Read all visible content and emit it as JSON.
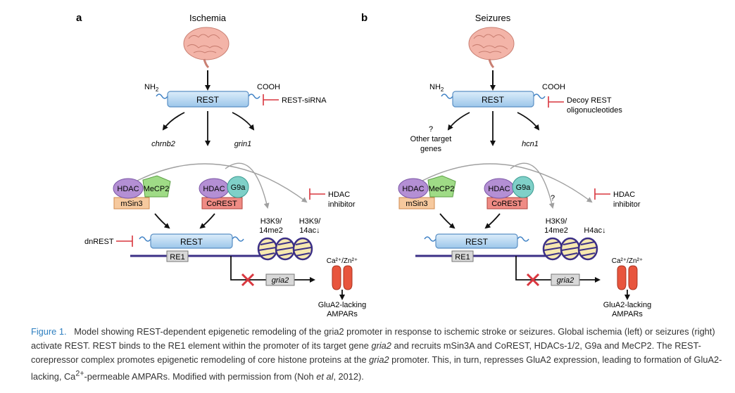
{
  "panels": [
    {
      "letter": "a",
      "title": "Ischemia",
      "nh2": "NH",
      "nh2_sub": "2",
      "cooh": "COOH",
      "rest_label": "REST",
      "inhibitor_top": [
        "REST-siRNA"
      ],
      "targets": [
        {
          "text": "chrnb2",
          "italic": true
        },
        {
          "text": "grin1",
          "italic": true
        }
      ],
      "hdac": "HDAC",
      "mecp2": "MeCP2",
      "msin3": "mSin3",
      "g9a": "G9a",
      "corest": "CoREST",
      "hdac_inhibitor": [
        "HDAC",
        "inhibitor"
      ],
      "mark1": [
        "H3K9/",
        "14me2"
      ],
      "mark2": [
        "H3K9/",
        "14ac↓"
      ],
      "question_mark": "",
      "dnrest": "dnREST",
      "rest_dna": "REST",
      "re1": "RE1",
      "gria2": "gria2",
      "ion": "Ca²⁺/Zn²⁺",
      "receptor_label": [
        "GluA2-lacking",
        "AMPARs"
      ]
    },
    {
      "letter": "b",
      "title": "Seizures",
      "nh2": "NH",
      "nh2_sub": "2",
      "cooh": "COOH",
      "rest_label": "REST",
      "inhibitor_top": [
        "Decoy REST",
        "oligonucleotides"
      ],
      "targets": [
        {
          "text": "?\nOther target\ngenes",
          "italic": false
        },
        {
          "text": "hcn1",
          "italic": true
        }
      ],
      "hdac": "HDAC",
      "mecp2": "MeCP2",
      "msin3": "mSin3",
      "g9a": "G9a",
      "corest": "CoREST",
      "hdac_inhibitor": [
        "HDAC",
        "inhibitor"
      ],
      "mark1": [
        "H3K9/",
        "14me2"
      ],
      "mark2": [
        "H4ac↓"
      ],
      "question_mark": "?",
      "dnrest": "",
      "rest_dna": "REST",
      "re1": "RE1",
      "gria2": "gria2",
      "ion": "Ca²⁺/Zn²⁺",
      "receptor_label": [
        "GluA2-lacking",
        "AMPARs"
      ]
    }
  ],
  "caption": {
    "label": "Figure 1.",
    "text_html": "Model showing REST-dependent epigenetic remodeling of the gria2 promoter in response to ischemic stroke or seizures. Global ischemia (left) or seizures (right) activate REST. REST binds to the RE1 element within the promoter of its target gene <i>gria2</i> and recruits mSin3A and CoREST, HDACs-1/2, G9a and MeCP2. The REST-corepressor complex promotes epigenetic remodeling of core histone proteins at the <i>gria2</i> promoter. This, in turn, represses GluA2 expression, leading to formation of GluA2-lacking, Ca<sup>2+</sup>-permeable AMPARs. Modified with permission from (Noh <i>et al</i>, 2012)."
  },
  "colors": {
    "rest_fill": "#b9d9f2",
    "rest_stroke": "#5a8fc4",
    "hdac_fill": "#b48fd4",
    "mecp2_fill": "#9fdb86",
    "msin3_fill": "#f6c99e",
    "g9a_fill": "#7fd0c8",
    "corest_fill": "#ef8b84",
    "dna": "#3b2f86",
    "inhibitor": "#d9363e",
    "receptor": "#e8553d",
    "brain": "#f3b4a8",
    "caption_label": "#2e7fc0"
  }
}
